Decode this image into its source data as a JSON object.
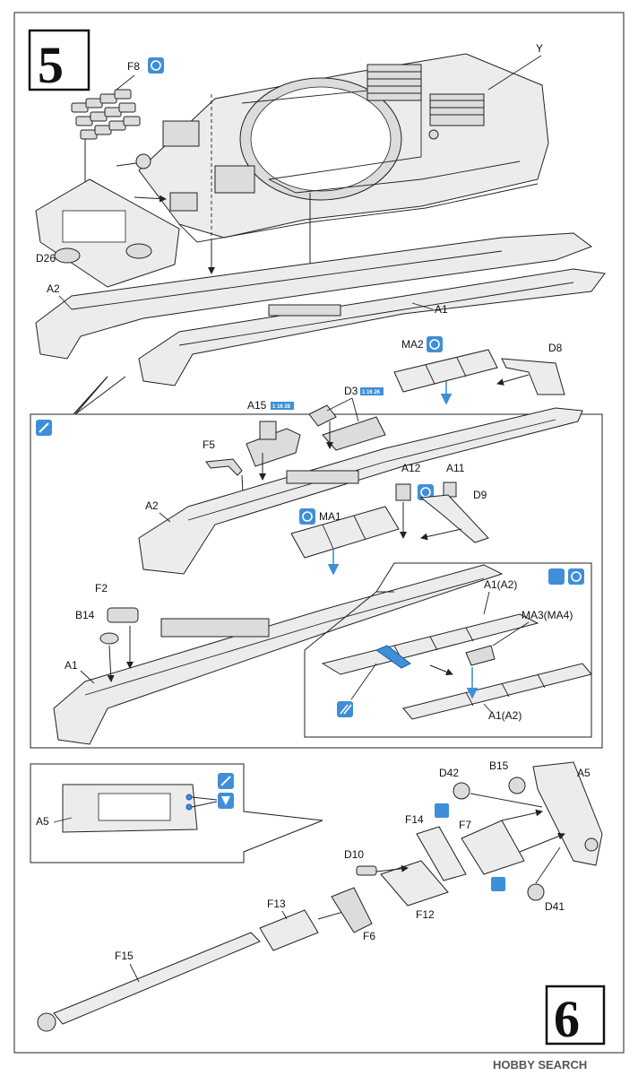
{
  "steps": {
    "step5": "5",
    "step6": "6"
  },
  "labels": {
    "Y": "Y",
    "F8": "F8",
    "D26": "D26",
    "A2_top": "A2",
    "A1_top": "A1",
    "MA2": "MA2",
    "D8": "D8",
    "A15": "A15",
    "D3": "D3",
    "F5": "F5",
    "A2_mid": "A2",
    "A12": "A12",
    "A11": "A11",
    "D9": "D9",
    "MA1": "MA1",
    "F2": "F2",
    "B14": "B14",
    "A1_mid": "A1",
    "A1A2_top": "A1(A2)",
    "MA3MA4": "MA3(MA4)",
    "A1A2_bot": "A1(A2)",
    "A5_inset": "A5",
    "D42": "D42",
    "B15": "B15",
    "A5": "A5",
    "F14": "F14",
    "F7": "F7",
    "D10": "D10",
    "F13": "F13",
    "F12": "F12",
    "F6": "F6",
    "D41": "D41",
    "F15": "F15"
  },
  "badges": {
    "a15_ref": "1 16 26",
    "d3_ref": "1 16 26"
  },
  "watermark": {
    "brand": "HOBBY SEARCH"
  },
  "colors": {
    "accent": "#3f8fd8",
    "line": "#222222",
    "part": "#ececec"
  }
}
